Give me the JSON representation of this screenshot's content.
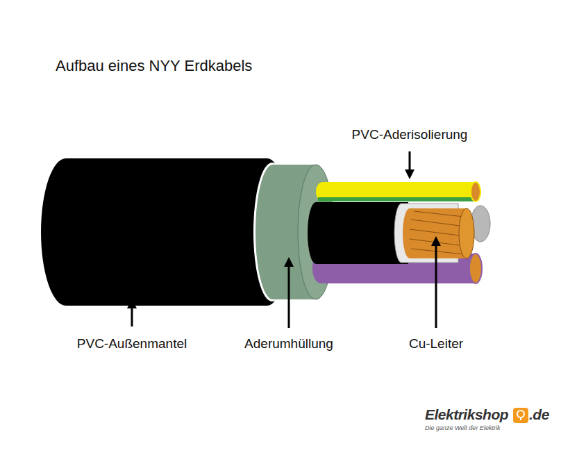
{
  "diagram": {
    "title": "Aufbau eines NYY Erdkabels",
    "labels": [
      "PVC-Aderisolierung",
      "PVC-Außenmantel",
      "Aderumhüllung",
      "Cu-Leiter",
      "Elektrikshop",
      ".de",
      "Die ganze Welt der Elektrik"
    ]
  }
}
